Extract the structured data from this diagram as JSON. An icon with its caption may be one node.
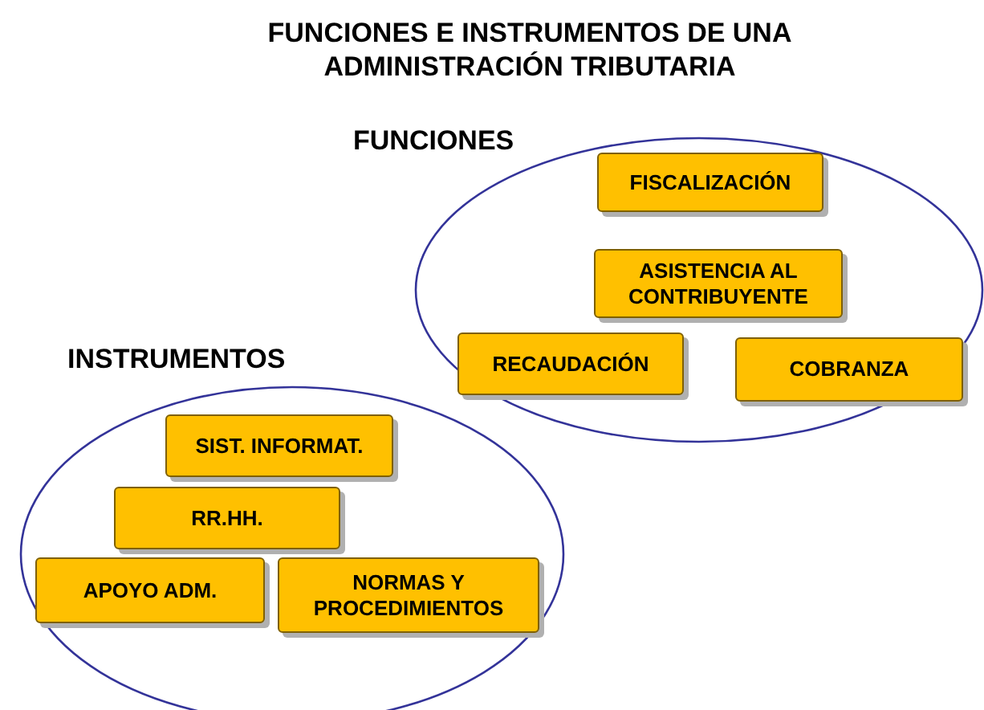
{
  "diagram": {
    "title": "FUNCIONES E INSTRUMENTOS DE UNA ADMINISTRACIÓN TRIBUTARIA",
    "nodes": [
      {
        "text": [
          "FUNCIONES"
        ]
      },
      {
        "text": [
          "FISCALIZACIÓN"
        ],
        "in": 0
      },
      {
        "text": [
          "ASISTENCIA AL CONTRIBUYENTE"
        ],
        "in": 0
      },
      {
        "text": [
          "RECAUDACIÓN"
        ],
        "in": 0
      },
      {
        "text": [
          "COBRANZA"
        ],
        "in": 0
      },
      {
        "text": [
          "INSTRUMENTOS"
        ]
      },
      {
        "text": [
          "SIST. INFORMAT."
        ],
        "in": 5
      },
      {
        "text": [
          "RR.HH."
        ],
        "in": 5
      },
      {
        "text": [
          "APOYO ADM."
        ],
        "in": 5
      },
      {
        "text": [
          "NORMAS Y PROCEDIMIENTOS"
        ],
        "in": 5
      }
    ],
    "edges": []
  }
}
